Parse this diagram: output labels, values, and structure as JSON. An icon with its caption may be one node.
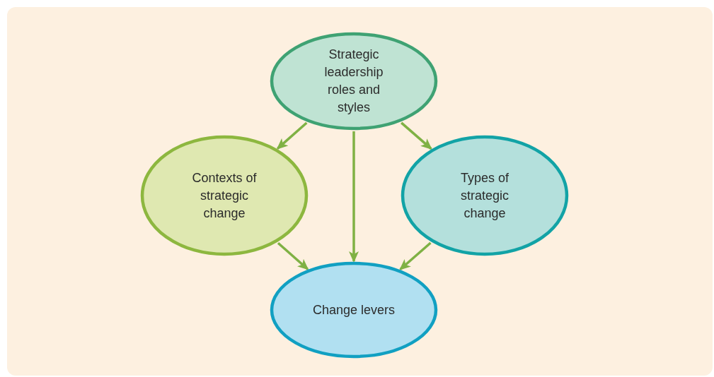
{
  "diagram": {
    "nodes": [
      {
        "text": [
          "Strategic leadership roles and styles"
        ]
      },
      {
        "text": [
          "Contexts of strategic change"
        ]
      },
      {
        "text": [
          "Types of strategic change"
        ]
      },
      {
        "text": [
          "Change levers"
        ]
      }
    ],
    "edges": [
      {
        "from": 0,
        "to": 1,
        "arrow": "to"
      },
      {
        "from": 0,
        "to": 3,
        "arrow": "to"
      },
      {
        "from": 0,
        "to": 2,
        "arrow": "to"
      },
      {
        "from": 1,
        "to": 3,
        "arrow": "to"
      },
      {
        "from": 2,
        "to": 3,
        "arrow": "to"
      }
    ]
  }
}
